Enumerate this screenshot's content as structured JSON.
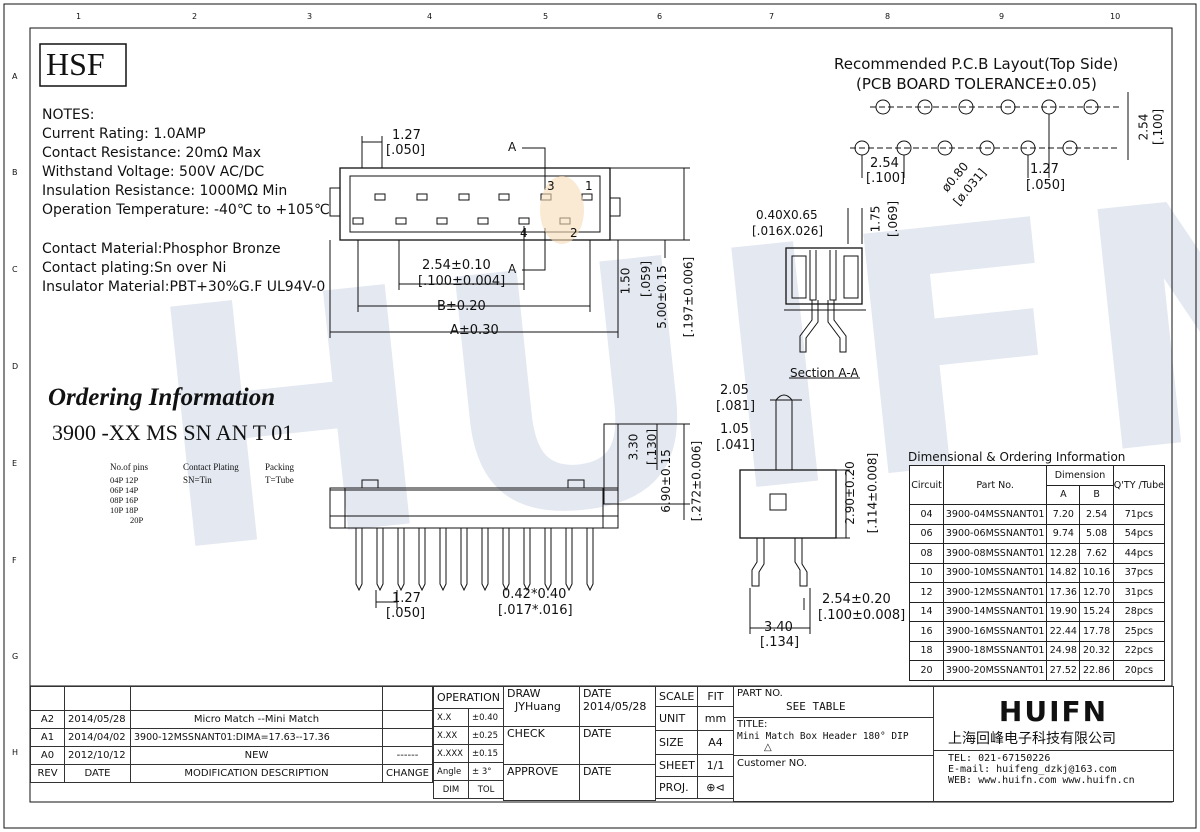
{
  "frame": {
    "col_numbers": [
      "1",
      "2",
      "3",
      "4",
      "5",
      "6",
      "7",
      "8",
      "9",
      "10"
    ],
    "row_letters": [
      "A",
      "B",
      "C",
      "D",
      "E",
      "F",
      "G",
      "H"
    ]
  },
  "logo_box": "HSF",
  "notes": {
    "heading": "NOTES:",
    "lines": [
      "Current Rating: 1.0AMP",
      "Contact Resistance: 20mΩ Max",
      "Withstand Voltage: 500V AC/DC",
      "Insulation Resistance: 1000MΩ Min",
      "Operation Temperature: -40℃ to +105℃"
    ],
    "material_lines": [
      "Contact Material:Phosphor Bronze",
      "Contact plating:Sn over Ni",
      "Insulator Material:PBT+30%G.F UL94V-0"
    ]
  },
  "top_view": {
    "pitch": "1.27",
    "pitch_in": "[.050]",
    "section_a_top": "A",
    "section_a_bottom": "A",
    "pin_1": "1",
    "pin_2": "2",
    "pin_3": "3",
    "pin_4": "4",
    "row_pitch": "2.54±0.10",
    "row_pitch_in": "[.100±0.004]",
    "dim_b": "B±0.20",
    "dim_a": "A±0.30",
    "height_150": "1.50",
    "height_150_in": "[.059]",
    "height_500": "5.00±0.15",
    "height_500_in": "[.197±0.006]"
  },
  "pcb_layout": {
    "title1": "Recommended P.C.B Layout(Top Side)",
    "title2": "(PCB BOARD TOLERANCE±0.05)",
    "row_pitch": "2.54",
    "row_pitch_in": "[.100]",
    "col_pitch": "2.54",
    "col_pitch_in": "[.100]",
    "hole": "ø0.80",
    "hole_in": "[ø.031]",
    "offset": "1.27",
    "offset_in": "[.050]"
  },
  "section_aa": {
    "slot": "0.40X0.65",
    "slot_in": "[.016X.026]",
    "depth": "1.75",
    "depth_in": "[.069]",
    "label": "Section A-A"
  },
  "ordering": {
    "title": "Ordering Information",
    "code": "3900 -XX MS SN AN T 01",
    "pins_label": "No.of pins",
    "pins_options": [
      "04P 12P",
      "06P 14P",
      "08P 16P",
      "10P 18P",
      "20P"
    ],
    "plating_label": "Contact Plating",
    "plating_value": "SN=Tin",
    "packing_label": "Packing",
    "packing_value": "T=Tube"
  },
  "front_view": {
    "pin_height": "3.30",
    "pin_height_in": "[.130]",
    "total_height": "6.90±0.15",
    "total_height_in": "[.272±0.006]",
    "pitch": "1.27",
    "pitch_in": "[.050]",
    "pin_size": "0.42*0.40",
    "pin_size_in": "[.017*.016]"
  },
  "side_view": {
    "top1": "2.05",
    "top1_in": "[.081]",
    "top2": "1.05",
    "top2_in": "[.041]",
    "height": "2.90±0.20",
    "height_in": "[.114±0.008]",
    "row": "2.54±0.20",
    "row_in": "[.100±0.008]",
    "width": "3.40",
    "width_in": "[.134]"
  },
  "dim_table": {
    "title": "Dimensional & Ordering Information",
    "headers": {
      "circuit": "Circuit",
      "part": "Part No.",
      "dimension": "Dimension",
      "a": "A",
      "b": "B",
      "qty": "Q'TY /Tube"
    },
    "rows": [
      [
        "04",
        "3900-04MSSNANT01",
        "7.20",
        "2.54",
        "71pcs"
      ],
      [
        "06",
        "3900-06MSSNANT01",
        "9.74",
        "5.08",
        "54pcs"
      ],
      [
        "08",
        "3900-08MSSNANT01",
        "12.28",
        "7.62",
        "44pcs"
      ],
      [
        "10",
        "3900-10MSSNANT01",
        "14.82",
        "10.16",
        "37pcs"
      ],
      [
        "12",
        "3900-12MSSNANT01",
        "17.36",
        "12.70",
        "31pcs"
      ],
      [
        "14",
        "3900-14MSSNANT01",
        "19.90",
        "15.24",
        "28pcs"
      ],
      [
        "16",
        "3900-16MSSNANT01",
        "22.44",
        "17.78",
        "25pcs"
      ],
      [
        "18",
        "3900-18MSSNANT01",
        "24.98",
        "20.32",
        "22pcs"
      ],
      [
        "20",
        "3900-20MSSNANT01",
        "27.52",
        "22.86",
        "20pcs"
      ]
    ]
  },
  "title_block": {
    "rev_rows": [
      {
        "rev": "A2",
        "date": "2014/05/28",
        "desc": "Micro Match --Mini Match",
        "change": ""
      },
      {
        "rev": "A1",
        "date": "2014/04/02",
        "desc": "3900-12MSSNANT01:DIMA=17.63--17.36",
        "change": ""
      },
      {
        "rev": "A0",
        "date": "2012/10/12",
        "desc": "NEW",
        "change": "------"
      }
    ],
    "rev_header": {
      "rev": "REV",
      "date": "DATE",
      "desc": "MODIFICATION DESCRIPTION",
      "change": "CHANGE"
    },
    "operation": "OPERATION",
    "tol": [
      [
        "X.X",
        "±0.40"
      ],
      [
        "X.XX",
        "±0.25"
      ],
      [
        "X.XXX",
        "±0.15"
      ],
      [
        "Angle",
        "± 3°"
      ]
    ],
    "dim_label": "DIM",
    "tol_label": "TOL",
    "draw_label": "DRAW",
    "draw_name": "JYHuang",
    "check_label": "CHECK",
    "approve_label": "APPROVE",
    "date_label": "DATE",
    "draw_date": "2014/05/28",
    "scale_label": "SCALE",
    "fit_label": "FIT",
    "unit_label": "UNIT",
    "unit_value": "mm",
    "size_label": "SIZE",
    "size_value": "A4",
    "sheet_label": "SHEET",
    "sheet_value": "1/1",
    "proj_label": "PROJ.",
    "part_no_label": "PART NO.",
    "part_no_value": "SEE TABLE",
    "title_label": "TITLE:",
    "title_value": "Mini Match Box Header 180° DIP",
    "customer_label": "Customer NO.",
    "company_logo": "HUIFN",
    "company_name": "上海回峰电子科技有限公司",
    "tel": "TEL: 021-67150226",
    "email": "E-mail: huifeng_dzkj@163.com",
    "web": "WEB: www.huifn.com  www.huifn.cn"
  },
  "watermark": "HUIFN",
  "colors": {
    "line": "#111111",
    "watermark": "#dfe5ef",
    "highlight": "#f6dcb8"
  }
}
